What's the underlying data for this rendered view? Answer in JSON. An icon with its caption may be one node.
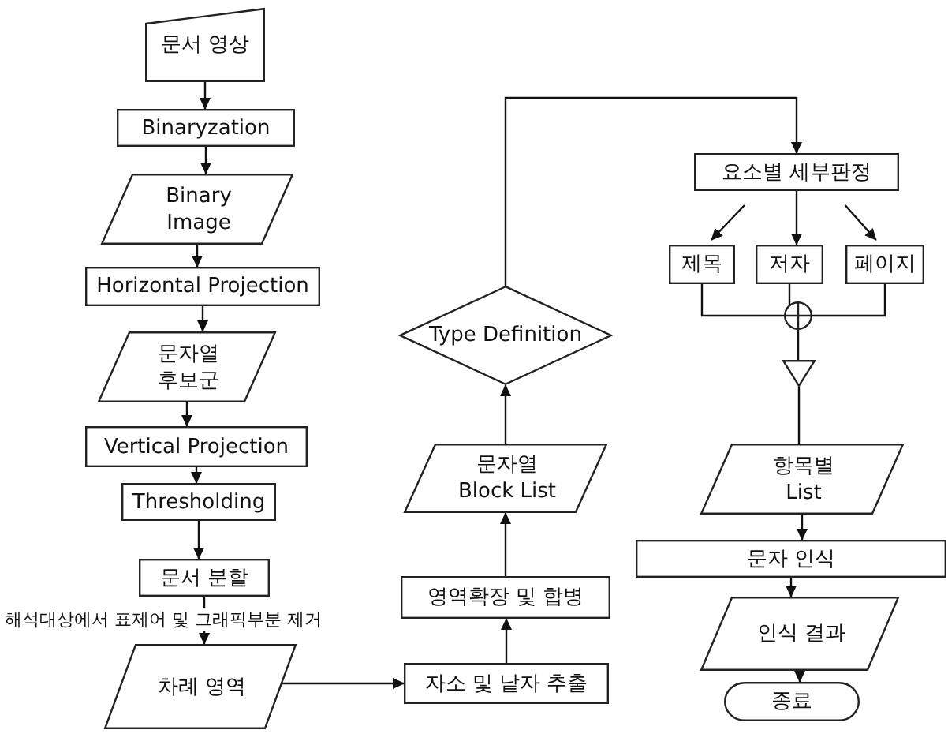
{
  "diagram": {
    "nodes": [
      {
        "text": [
          "문서 영상"
        ]
      },
      {
        "text": [
          "Binaryzation"
        ]
      },
      {
        "text": [
          "Binary Image"
        ]
      },
      {
        "text": [
          "Horizontal Projection"
        ]
      },
      {
        "text": [
          "문자열 후보군"
        ]
      },
      {
        "text": [
          "Vertical Projection"
        ]
      },
      {
        "text": [
          "Thresholding"
        ]
      },
      {
        "text": [
          "문서 분할"
        ]
      },
      {
        "text": [
          "차례 영역"
        ]
      },
      {
        "text": [
          "자소 및 낱자 추출"
        ]
      },
      {
        "text": [
          "영역확장 및 합병"
        ]
      },
      {
        "text": [
          "문자열 Block List"
        ]
      },
      {
        "text": [
          "Type Definition"
        ]
      },
      {
        "text": [
          "요소별 세부판정"
        ]
      },
      {
        "text": [
          "제목"
        ]
      },
      {
        "text": [
          "저자"
        ]
      },
      {
        "text": [
          "페이지"
        ]
      },
      {
        "text": [],
        "shape": "circle"
      },
      {
        "text": [],
        "shape": "triangle"
      },
      {
        "text": [
          "항목별 List"
        ]
      },
      {
        "text": [
          "문자 인식"
        ]
      },
      {
        "text": [
          "인식 결과"
        ]
      },
      {
        "text": [
          "종료"
        ]
      }
    ],
    "edges": [
      {
        "from": 0,
        "to": 1,
        "arrow": "to"
      },
      {
        "from": 1,
        "to": 2,
        "arrow": "to"
      },
      {
        "from": 2,
        "to": 3,
        "arrow": "to"
      },
      {
        "from": 3,
        "to": 4,
        "arrow": "to"
      },
      {
        "from": 4,
        "to": 5,
        "arrow": "to"
      },
      {
        "from": 5,
        "to": 6,
        "arrow": "to"
      },
      {
        "from": 6,
        "to": 7,
        "arrow": "to"
      },
      {
        "from": 7,
        "to": 8,
        "arrow": "to",
        "label": "해석대상에서 표제어 및 그래픽부분 제거"
      },
      {
        "from": 8,
        "to": 9,
        "arrow": "to"
      },
      {
        "from": 9,
        "to": 10,
        "arrow": "to"
      },
      {
        "from": 10,
        "to": 11,
        "arrow": "to"
      },
      {
        "from": 11,
        "to": 12,
        "arrow": "to"
      },
      {
        "from": 12,
        "to": 13,
        "arrow": "to"
      },
      {
        "from": 13,
        "to": 14,
        "arrow": "to"
      },
      {
        "from": 13,
        "to": 15,
        "arrow": "to"
      },
      {
        "from": 13,
        "to": 16,
        "arrow": "to"
      },
      {
        "from": 14,
        "to": 17,
        "arrow": "none"
      },
      {
        "from": 15,
        "to": 17,
        "arrow": "none"
      },
      {
        "from": 16,
        "to": 17,
        "arrow": "none"
      },
      {
        "from": 17,
        "to": 18,
        "arrow": "none"
      },
      {
        "from": 18,
        "to": 19,
        "arrow": "none"
      },
      {
        "from": 19,
        "to": 20,
        "arrow": "to"
      },
      {
        "from": 20,
        "to": 21,
        "arrow": "to"
      },
      {
        "from": 21,
        "to": 22,
        "arrow": "to"
      }
    ]
  }
}
